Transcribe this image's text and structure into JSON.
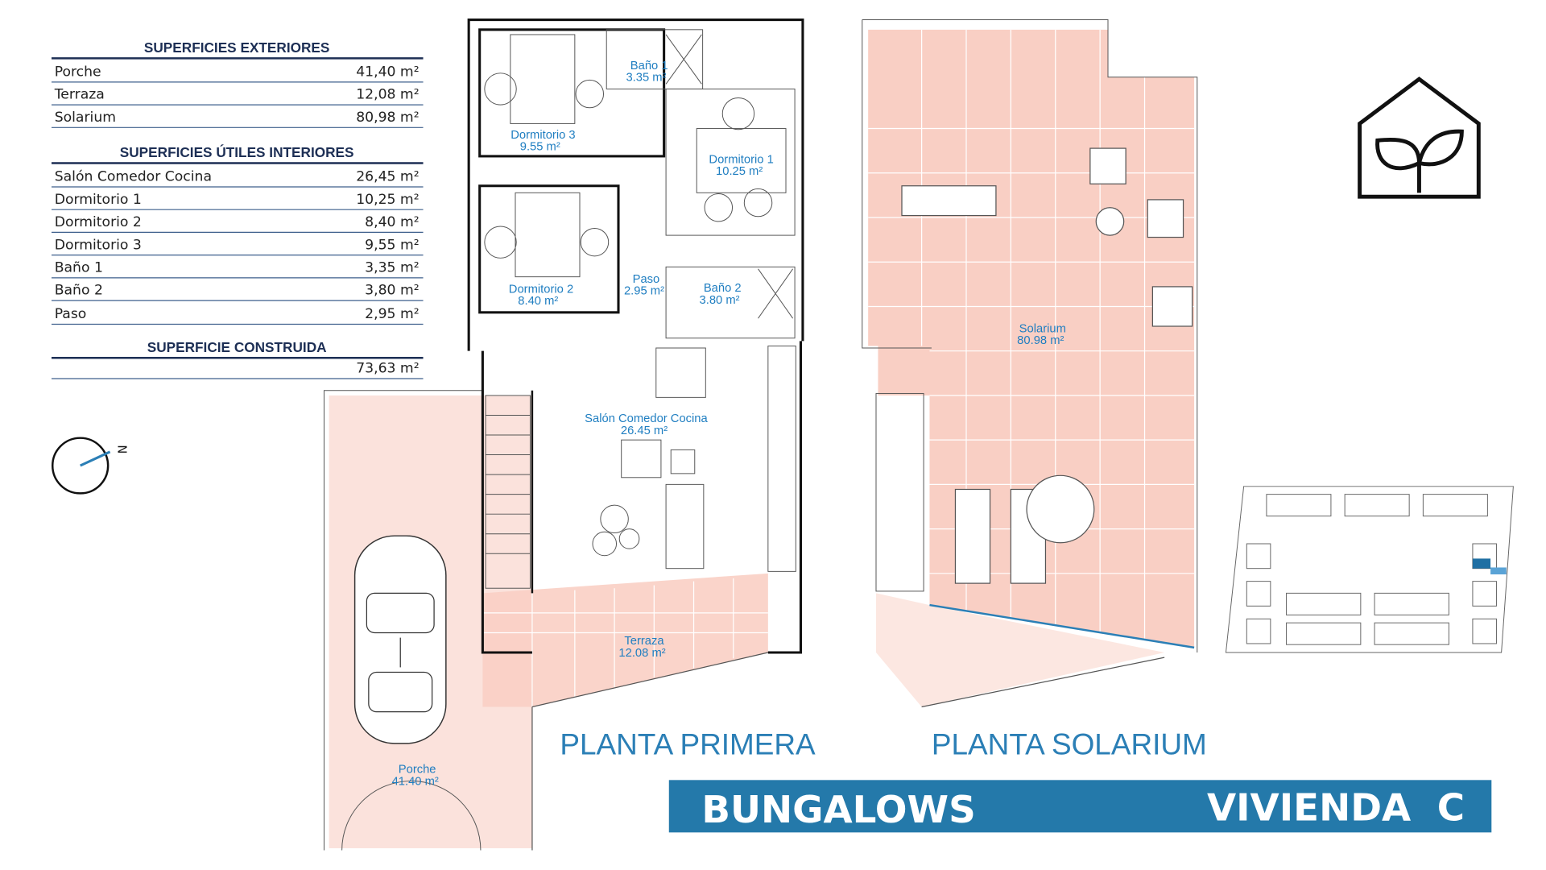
{
  "tables": {
    "exteriores": {
      "title": "SUPERFICIES EXTERIORES",
      "rows": [
        {
          "label": "Porche",
          "value": "41,40 m²"
        },
        {
          "label": "Terraza",
          "value": "12,08 m²"
        },
        {
          "label": "Solarium",
          "value": "80,98 m²"
        }
      ]
    },
    "interiores": {
      "title": "SUPERFICIES ÚTILES INTERIORES",
      "rows": [
        {
          "label": "Salón Comedor Cocina",
          "value": "26,45 m²"
        },
        {
          "label": "Dormitorio 1",
          "value": "10,25 m²"
        },
        {
          "label": "Dormitorio 2",
          "value": "8,40 m²"
        },
        {
          "label": "Dormitorio 3",
          "value": "9,55 m²"
        },
        {
          "label": "Baño 1",
          "value": "3,35 m²"
        },
        {
          "label": "Baño 2",
          "value": "3,80 m²"
        },
        {
          "label": "Paso",
          "value": "2,95 m²"
        }
      ]
    },
    "construida": {
      "title": "SUPERFICIE CONSTRUIDA",
      "value": "73,63 m²"
    }
  },
  "compass": {
    "label": "N"
  },
  "rooms": {
    "dorm3": {
      "name": "Dormitorio 3",
      "area": "9.55 m²"
    },
    "bano1": {
      "name": "Baño 1",
      "area": "3.35 m²"
    },
    "dorm1": {
      "name": "Dormitorio 1",
      "area": "10.25 m²"
    },
    "dorm2": {
      "name": "Dormitorio 2",
      "area": "8.40 m²"
    },
    "paso": {
      "name": "Paso",
      "area": "2.95 m²"
    },
    "bano2": {
      "name": "Baño 2",
      "area": "3.80 m²"
    },
    "salon": {
      "name": "Salón Comedor Cocina",
      "area": "26.45 m²"
    },
    "terraza": {
      "name": "Terraza",
      "area": "12.08 m²"
    },
    "porche": {
      "name": "Porche",
      "area": "41.40 m²"
    },
    "solarium": {
      "name": "Solarium",
      "area": "80.98 m²"
    }
  },
  "plans": {
    "primera": "PLANTA PRIMERA",
    "solarium": "PLANTA SOLARIUM"
  },
  "banner": {
    "left": "BUNGALOWS",
    "right": "VIVIENDA  C",
    "color": "#2479aa"
  },
  "colors": {
    "accent": "#2b7fb6",
    "area_fill": "#f9cfc4",
    "table_heading": "#1d2f55"
  }
}
